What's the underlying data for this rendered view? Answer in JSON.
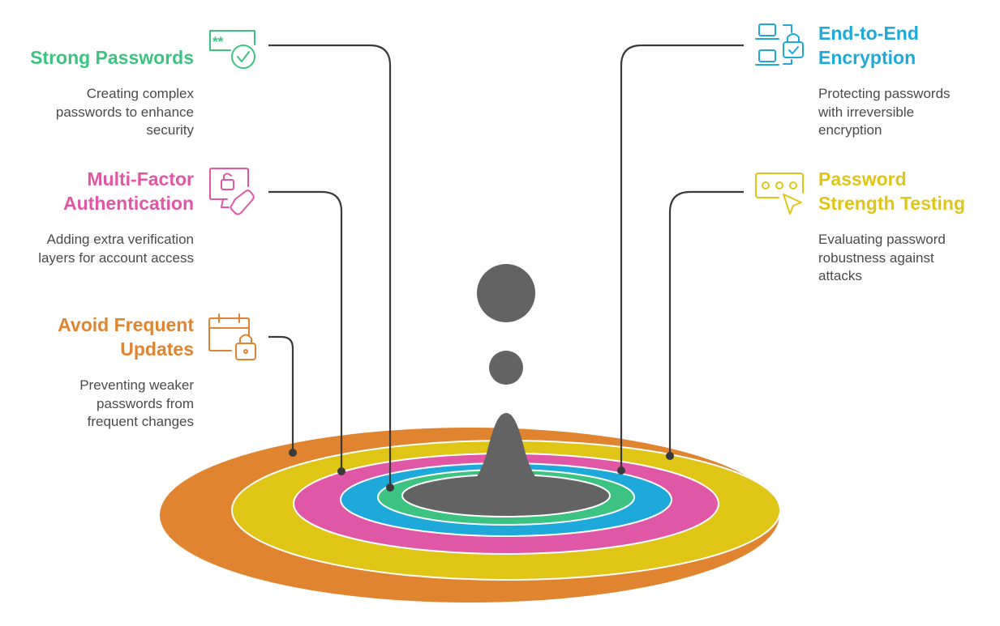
{
  "colors": {
    "strong_passwords": "#3cc381",
    "multi_factor": "#e057a5",
    "avoid_updates": "#e08430",
    "encryption": "#1fa9db",
    "strength_testing": "#dfc516",
    "center": "#636363",
    "connector": "#3a3a3a"
  },
  "items": {
    "strong_passwords": {
      "title": "Strong Passwords",
      "description": "Creating complex passwords to enhance security",
      "icon": "password-check-icon"
    },
    "multi_factor": {
      "title": "Multi-Factor Authentication",
      "description": "Adding extra verification layers for account access",
      "icon": "monitor-lock-phone-icon"
    },
    "avoid_updates": {
      "title": "Avoid Frequent Updates",
      "description": "Preventing weaker passwords from frequent changes",
      "icon": "calendar-lock-icon"
    },
    "encryption": {
      "title": "End-to-End Encryption",
      "description": "Protecting passwords with irreversible encryption",
      "icon": "laptops-lock-icon"
    },
    "strength_testing": {
      "title": "Password Strength Testing",
      "description": "Evaluating password robustness against attacks",
      "icon": "password-cursor-icon"
    }
  }
}
